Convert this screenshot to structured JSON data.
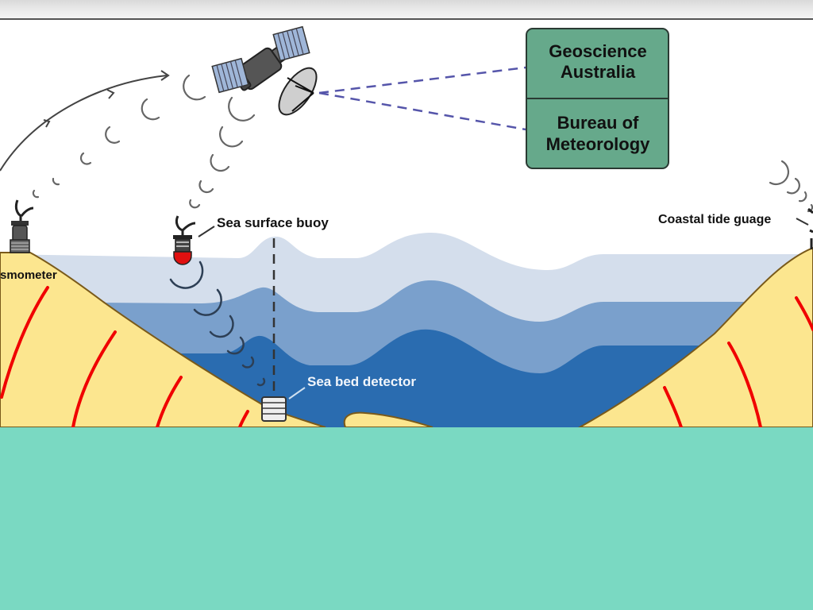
{
  "diagram": {
    "title": "Tsunami warning system diagram",
    "agencies": [
      {
        "line1": "Geoscience",
        "line2": "Australia"
      },
      {
        "line1": "Bureau of",
        "line2": "Meteorology"
      }
    ],
    "labels": {
      "seismometer": "smometer",
      "buoy": "Sea surface buoy",
      "seabed": "Sea bed detector",
      "tide": "Coastal tide guage"
    },
    "colors": {
      "agency_box": "#66a98b",
      "water_surface": "#d4deec",
      "water_mid": "#7aa0cc",
      "water_deep": "#2a6cb0",
      "land": "#fce68f",
      "seismic_waves": "#f00000",
      "signal_link": "#5555aa",
      "bottom_panel": "#7ad9c2"
    }
  }
}
